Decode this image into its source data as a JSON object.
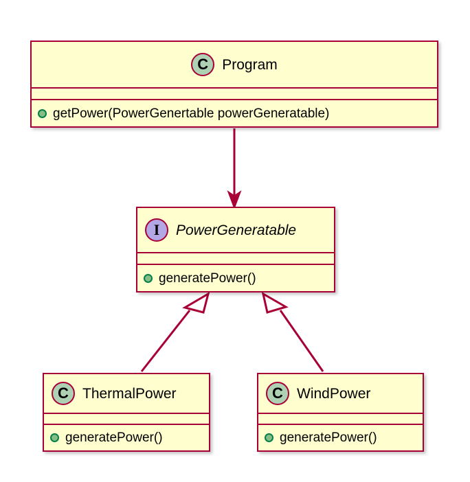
{
  "diagram": {
    "kind": "uml-class-diagram",
    "background_color": "#FFFFFF",
    "border_color": "#A80036",
    "fill_color": "#FEFECE",
    "class_icon_color": "#ADD1B2",
    "interface_icon_color": "#B4A7E5",
    "public_marker_color": "#84BE84"
  },
  "nodes": {
    "program": {
      "name": "Program",
      "stereotype_letter": "C",
      "kind": "class",
      "abstract": false,
      "attributes": [],
      "methods": [
        {
          "visibility": "public",
          "label": "getPower(PowerGenertable powerGeneratable)"
        }
      ]
    },
    "power_generatable": {
      "name": "PowerGeneratable",
      "stereotype_letter": "I",
      "kind": "interface",
      "abstract": true,
      "attributes": [],
      "methods": [
        {
          "visibility": "public",
          "label": "generatePower()"
        }
      ]
    },
    "thermal_power": {
      "name": "ThermalPower",
      "stereotype_letter": "C",
      "kind": "class",
      "abstract": false,
      "attributes": [],
      "methods": [
        {
          "visibility": "public",
          "label": "generatePower()"
        }
      ]
    },
    "wind_power": {
      "name": "WindPower",
      "stereotype_letter": "C",
      "kind": "class",
      "abstract": false,
      "attributes": [],
      "methods": [
        {
          "visibility": "public",
          "label": "generatePower()"
        }
      ]
    }
  },
  "edges": [
    {
      "id": "program-uses-interface",
      "from": "program",
      "to": "power_generatable",
      "type": "dependency",
      "arrowhead": "solid-filled",
      "label": ""
    },
    {
      "id": "thermalpower-implements-interface",
      "from": "thermal_power",
      "to": "power_generatable",
      "type": "realization",
      "arrowhead": "hollow-triangle",
      "label": ""
    },
    {
      "id": "windpower-implements-interface",
      "from": "wind_power",
      "to": "power_generatable",
      "type": "realization",
      "arrowhead": "hollow-triangle",
      "label": ""
    }
  ]
}
